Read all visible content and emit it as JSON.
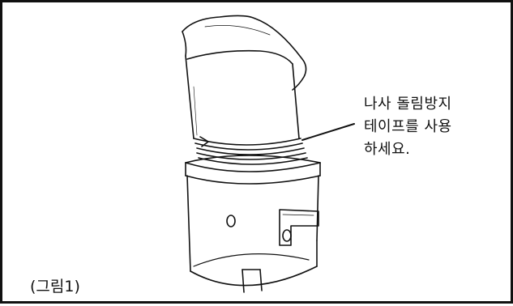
{
  "figure": {
    "callout_lines": [
      "나사 돌림방지",
      "테이프를 사용",
      "하세요."
    ],
    "caption": "(그림1)",
    "colors": {
      "ink": "#111111",
      "background": "#ffffff"
    }
  }
}
